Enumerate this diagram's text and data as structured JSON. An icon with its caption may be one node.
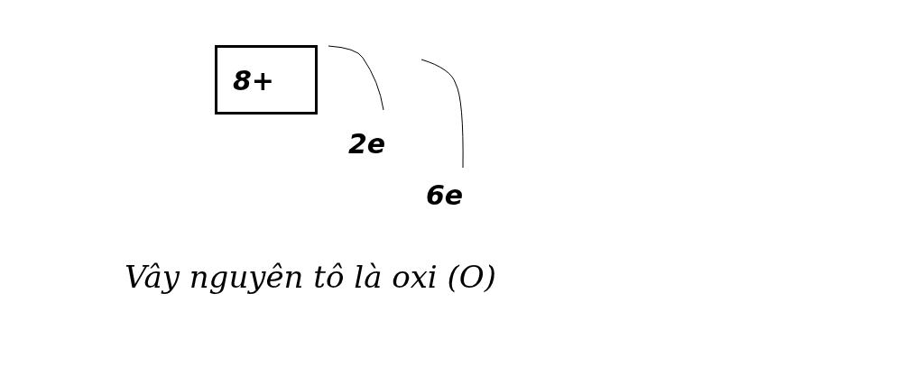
{
  "diagram": {
    "nodes": [
      {
        "text": [
          "8+"
        ]
      }
    ],
    "labels": [
      "2e",
      "6e",
      "Vây nguyên tô là oxi (O)"
    ]
  }
}
